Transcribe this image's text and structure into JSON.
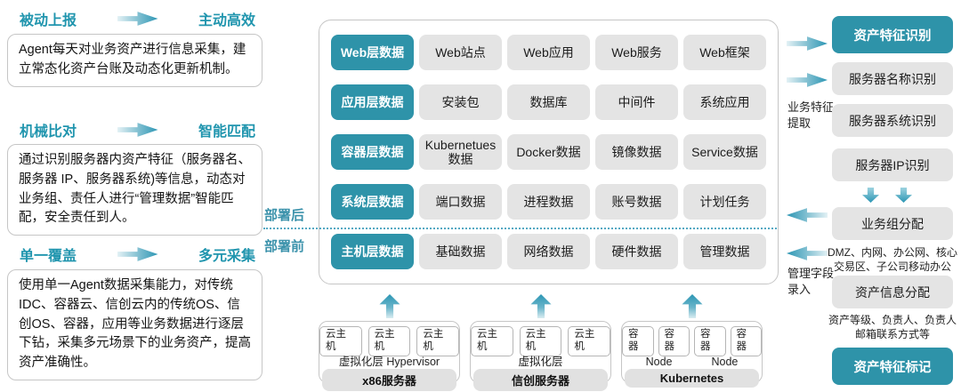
{
  "colors": {
    "teal_fill": "#2e93a9",
    "teal_text": "#2095ae",
    "gray_fill": "#e4e4e4",
    "border_gray": "#c6c6c6",
    "arrow_teal": "#2c96b4"
  },
  "left_sections": [
    {
      "from": "被动上报",
      "to": "主动高效",
      "body": "Agent每天对业务资产进行信息采集，建立常态化资产台账及动态化更新机制。"
    },
    {
      "from": "机械比对",
      "to": "智能匹配",
      "body": "通过识别服务器内资产特征（服务器名、服务器 IP、服务器系统)等信息，动态对业务组、责任人进行“管理数据”智能匹配，安全责任到人。"
    },
    {
      "from": "单一覆盖",
      "to": "多元采集",
      "body": "使用单一Agent数据采集能力，对传统IDC、容器云、信创云内的传统OS、信创OS、容器，应用等业务数据进行逐层下钻，采集多元场景下的业务资产，提高资产准确性。"
    }
  ],
  "deploy": {
    "after": "部署后",
    "before": "部署前"
  },
  "layers": [
    {
      "label": "Web层数据",
      "items": [
        "Web站点",
        "Web应用",
        "Web服务",
        "Web框架"
      ]
    },
    {
      "label": "应用层数据",
      "items": [
        "安装包",
        "数据库",
        "中间件",
        "系统应用"
      ]
    },
    {
      "label": "容器层数据",
      "items": [
        "Kubernetues数据",
        "Docker数据",
        "镜像数据",
        "Service数据"
      ]
    },
    {
      "label": "系统层数据",
      "items": [
        "端口数据",
        "进程数据",
        "账号数据",
        "计划任务"
      ]
    },
    {
      "label": "主机层数据",
      "items": [
        "基础数据",
        "网络数据",
        "硬件数据",
        "管理数据"
      ]
    }
  ],
  "infra": [
    {
      "chips": [
        "云主机",
        "云主机",
        "云主机"
      ],
      "layer": "虚拟化层 Hypervisor",
      "base": "x86服务器"
    },
    {
      "chips": [
        "云主机",
        "云主机",
        "云主机"
      ],
      "layer": "虚拟化层",
      "base": "信创服务器"
    },
    {
      "chips": [
        "容器",
        "容器",
        "容器",
        "容器"
      ],
      "nodes": [
        "Node",
        "Node"
      ],
      "base": "Kubernetes"
    }
  ],
  "right_flow": {
    "extract_label": "业务特征提取",
    "entry_label": "管理字段录入",
    "nodes": [
      {
        "label": "资产特征识别"
      },
      {
        "label": "服务器名称识别"
      },
      {
        "label": "服务器系统识别"
      },
      {
        "label": "服务器IP识别"
      },
      {
        "label": "业务组分配"
      },
      {
        "label": "资产信息分配"
      },
      {
        "label": "资产特征标记"
      }
    ],
    "captions": {
      "business_group": "DMZ、内网、办公网、核心交易区、子公司移动办公",
      "asset_info": "资产等级、负责人、负责人邮箱联系方式等"
    }
  }
}
